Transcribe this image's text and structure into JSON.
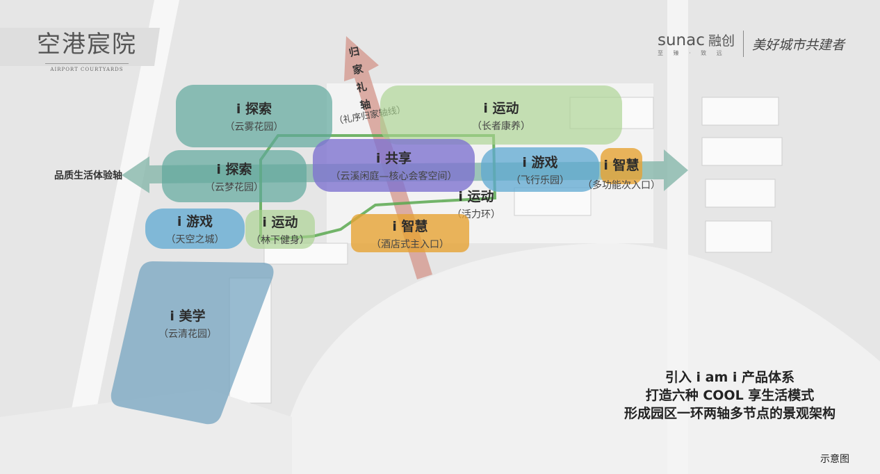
{
  "header": {
    "logo_cn": "空港宸院",
    "logo_en": "Airport Courtyards",
    "brand": "sunac",
    "brand_cn": "融创",
    "brand_motto": "至 臻 · 致 远",
    "slogan": "美好城市共建者"
  },
  "axes": {
    "home_axis": "归家礼轴",
    "home_axis_note": "（礼序归家轴线）",
    "life_axis": "品质生活体验轴"
  },
  "zones": [
    {
      "title": "i 探索",
      "sub": "（云雾花园）",
      "color": "#5fa89c"
    },
    {
      "title": "i 运动",
      "sub": "（长者康养）",
      "color": "#a9d28f"
    },
    {
      "title": "i 探索",
      "sub": "（云梦花园）",
      "color": "#5fa89c"
    },
    {
      "title": "i 共享",
      "sub": "（云溪闲庭—核心会客空间）",
      "color": "#7e73d0"
    },
    {
      "title": "i 游戏",
      "sub": "（飞行乐园）",
      "color": "#5ea8d2"
    },
    {
      "title": "i 智慧",
      "sub": "（多功能次入口）",
      "color": "#e6a233"
    },
    {
      "title": "i 运动",
      "sub": "（活力环）",
      "color": "#a9d28f"
    },
    {
      "title": "i 游戏",
      "sub": "（天空之城）",
      "color": "#5ea8d2"
    },
    {
      "title": "i 运动",
      "sub": "（林下健身）",
      "color": "#a9d28f"
    },
    {
      "title": "i 智慧",
      "sub": "（酒店式主入口）",
      "color": "#e6a233"
    },
    {
      "title": "i 美学",
      "sub": "（云清花园）",
      "color": "#6d9fbd"
    }
  ],
  "summary": [
    "引入 i am i 产品体系",
    "打造六种 COOL 享生活模式",
    "形成园区一环两轴多节点的景观架构"
  ],
  "footnote": "示意图"
}
